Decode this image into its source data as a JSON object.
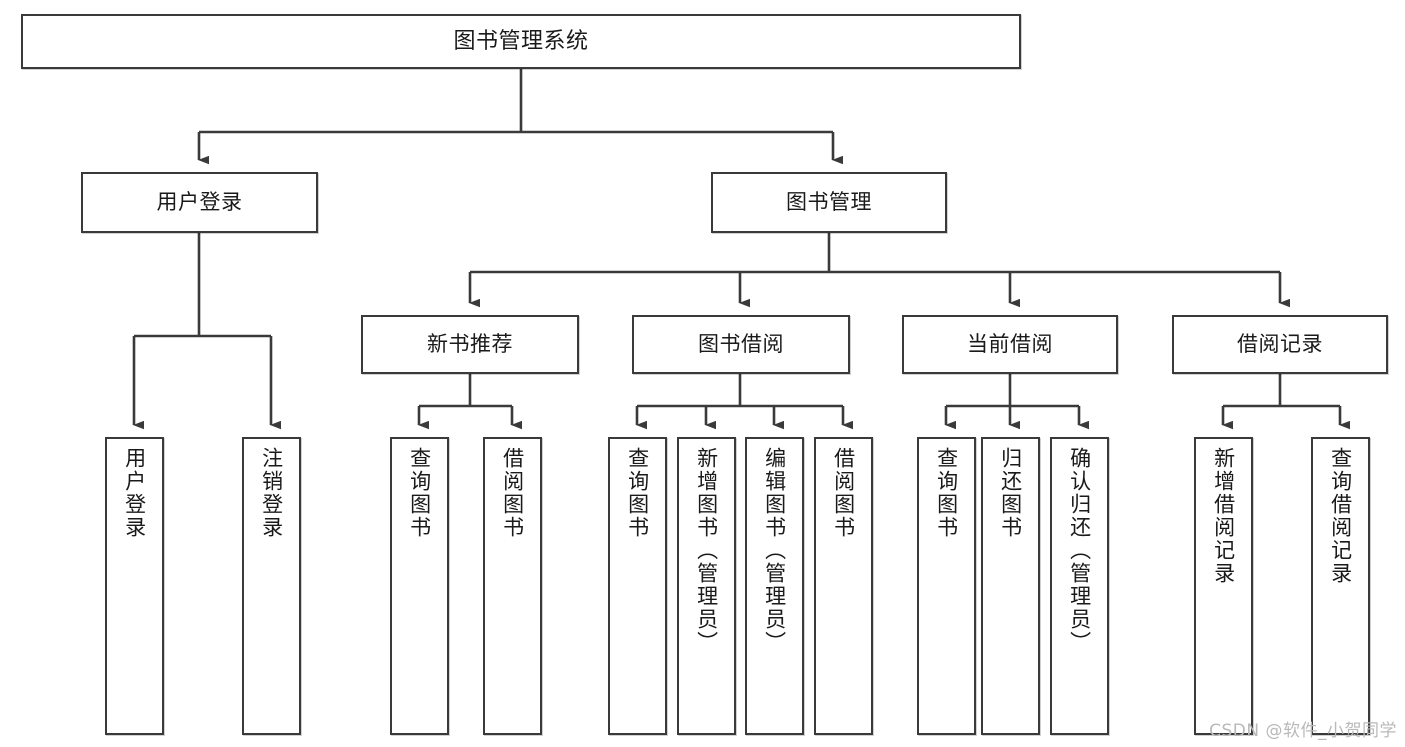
{
  "diagram": {
    "title": "图书管理系统",
    "watermark": "CSDN @软件_小贺同学",
    "stroke_color": "#3a3a3a",
    "box_fill": "#ffffff",
    "text_color": "#1a1a1a",
    "nodes": {
      "root": {
        "label": "图书管理系统",
        "level": 0
      },
      "user_login": {
        "label": "用户登录",
        "level": 1
      },
      "book_manage": {
        "label": "图书管理",
        "level": 1
      },
      "new_book_rec": {
        "label": "新书推荐",
        "level": 2
      },
      "book_borrow": {
        "label": "图书借阅",
        "level": 2
      },
      "current_borrow": {
        "label": "当前借阅",
        "level": 2
      },
      "borrow_record": {
        "label": "借阅记录",
        "level": 2
      },
      "leaf_user_login": {
        "label": "用户登录",
        "level": 3
      },
      "leaf_logout": {
        "label": "注销登录",
        "level": 3
      },
      "leaf_query_book_1": {
        "label": "查询图书",
        "level": 3
      },
      "leaf_borrow_book_1": {
        "label": "借阅图书",
        "level": 3
      },
      "leaf_query_book_2": {
        "label": "查询图书",
        "level": 3
      },
      "leaf_add_book": {
        "label": "新增图书（管理员）",
        "level": 3
      },
      "leaf_edit_book": {
        "label": "编辑图书（管理员）",
        "level": 3
      },
      "leaf_borrow_book_2": {
        "label": "借阅图书",
        "level": 3
      },
      "leaf_query_book_3": {
        "label": "查询图书",
        "level": 3
      },
      "leaf_return_book": {
        "label": "归还图书",
        "level": 3
      },
      "leaf_confirm_return": {
        "label": "确认归还（管理员）",
        "level": 3
      },
      "leaf_add_record": {
        "label": "新增借阅记录",
        "level": 3
      },
      "leaf_query_record": {
        "label": "查询借阅记录",
        "level": 3
      }
    },
    "edges": [
      {
        "from": "root",
        "to": "user_login"
      },
      {
        "from": "root",
        "to": "book_manage"
      },
      {
        "from": "user_login",
        "to": "leaf_user_login"
      },
      {
        "from": "user_login",
        "to": "leaf_logout"
      },
      {
        "from": "book_manage",
        "to": "new_book_rec"
      },
      {
        "from": "book_manage",
        "to": "book_borrow"
      },
      {
        "from": "book_manage",
        "to": "current_borrow"
      },
      {
        "from": "book_manage",
        "to": "borrow_record"
      },
      {
        "from": "new_book_rec",
        "to": "leaf_query_book_1"
      },
      {
        "from": "new_book_rec",
        "to": "leaf_borrow_book_1"
      },
      {
        "from": "book_borrow",
        "to": "leaf_query_book_2"
      },
      {
        "from": "book_borrow",
        "to": "leaf_add_book"
      },
      {
        "from": "book_borrow",
        "to": "leaf_edit_book"
      },
      {
        "from": "book_borrow",
        "to": "leaf_borrow_book_2"
      },
      {
        "from": "current_borrow",
        "to": "leaf_query_book_3"
      },
      {
        "from": "current_borrow",
        "to": "leaf_return_book"
      },
      {
        "from": "current_borrow",
        "to": "leaf_confirm_return"
      },
      {
        "from": "borrow_record",
        "to": "leaf_add_record"
      },
      {
        "from": "borrow_record",
        "to": "leaf_query_record"
      }
    ]
  }
}
